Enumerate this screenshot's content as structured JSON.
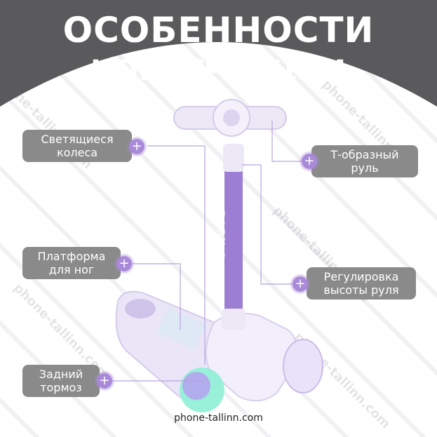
{
  "title_line1": "ОСОБЕННОСТИ",
  "title_line2": "КОНСТРУКЦИИ",
  "callouts": {
    "wheels": "Светящиеся колеса",
    "handlebar": "Т-образный руль",
    "platform": "Платформа для ног",
    "height": "Регулировка высоты руля",
    "brake": "Задний тормоз"
  },
  "plus_symbol": "+",
  "watermark": "phone-tallinn.com",
  "website": "phone-tallinn.com",
  "stem_label": "BABY-G",
  "colors": {
    "banner": "#5a5a5c",
    "callout": "#8a8a8a",
    "accent": "#a98ad8",
    "stem": "#9c7fd2",
    "wheel_glow": "#8ff0d6"
  }
}
